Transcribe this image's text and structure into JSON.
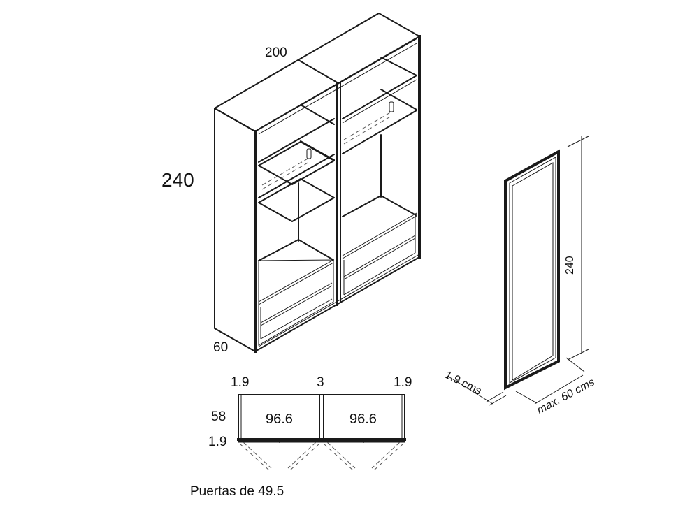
{
  "wardrobe_iso": {
    "width_label": "200",
    "height_label": "240",
    "depth_label": "60"
  },
  "plan_view": {
    "top_dims": [
      "1.9",
      "3",
      "1.9"
    ],
    "depth_label": "58",
    "door_thickness_label": "1.9",
    "inner_widths": [
      "96.6",
      "96.6"
    ],
    "caption": "Puertas de 49.5"
  },
  "door_panel": {
    "height_label": "240",
    "thickness_label": "1.9 cms",
    "width_label": "max. 60 cms",
    "panel_fill": "#d9d9d9"
  }
}
